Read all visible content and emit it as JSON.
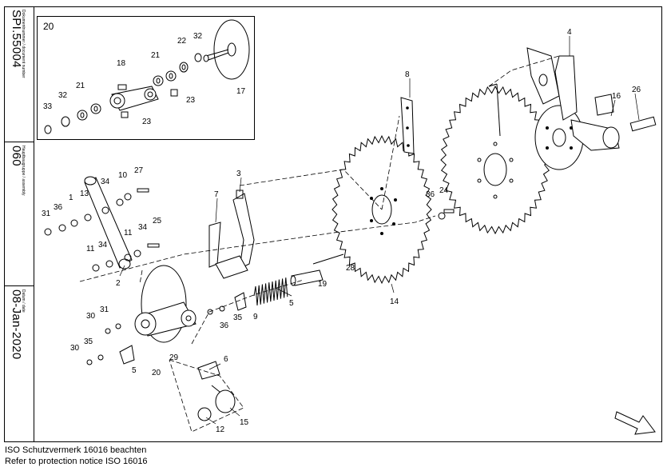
{
  "titleblock": {
    "doc_caption": "Dokumentnummer / document number",
    "doc_value": "SPI.55004",
    "assembly_caption": "Hauptbaugruppe / assembly",
    "assembly_value": "060",
    "date_caption": "Datum / date",
    "date_value": "08-Jan-2020"
  },
  "detail": {
    "label": "20"
  },
  "callouts": {
    "detail": [
      "33",
      "32",
      "21",
      "18",
      "23",
      "21",
      "22",
      "32",
      "17",
      "23"
    ],
    "main": [
      "8",
      "4",
      "26",
      "16",
      "3",
      "7",
      "2",
      "14",
      "5",
      "6",
      "12",
      "15",
      "9",
      "19",
      "28",
      "20",
      "29",
      "5",
      "24",
      "36",
      "1",
      "13",
      "34",
      "10",
      "27",
      "11",
      "34",
      "25",
      "31",
      "36",
      "11",
      "35",
      "30",
      "31",
      "36",
      "30",
      "35"
    ]
  },
  "notice": {
    "line1": "ISO Schutzvermerk 16016 beachten",
    "line2": "Refer to protection notice ISO 16016"
  }
}
